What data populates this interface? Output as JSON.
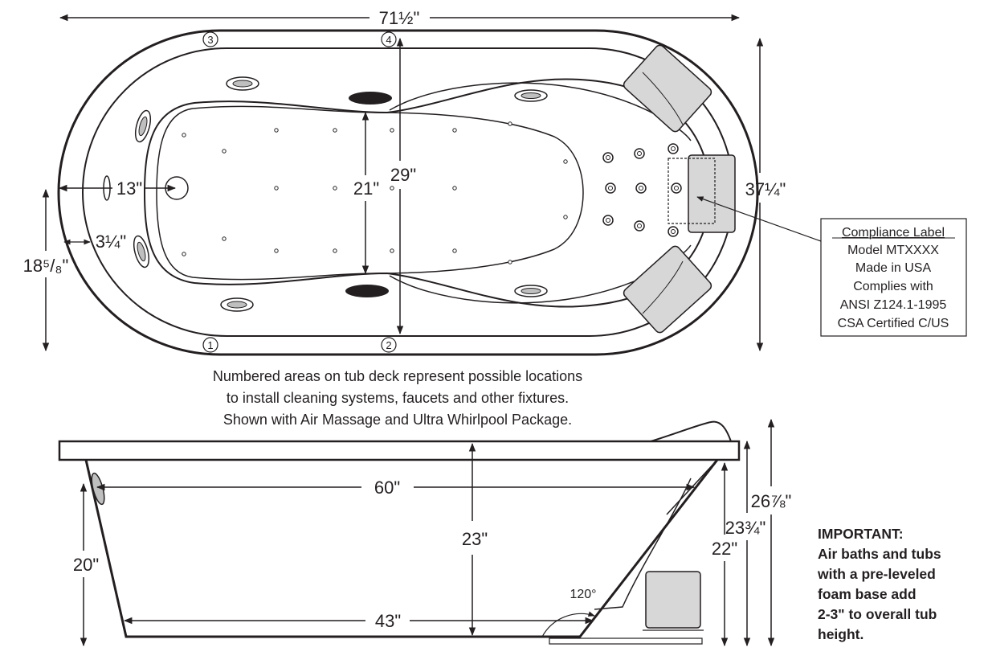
{
  "diagram": {
    "top_view": {
      "dimensions": {
        "overall_length": "71½\"",
        "overall_width": "37¼\"",
        "interior_length": "29\"",
        "bottom_width": "21\"",
        "drain_offset": "13\"",
        "deck_width": "3¼\"",
        "center_line": "18⁵/₈\""
      },
      "deck_locations": [
        "1",
        "2",
        "3",
        "4"
      ],
      "compliance_label": {
        "title": "Compliance Label",
        "lines": [
          "Model MTXXXX",
          "Made in USA",
          "Complies with",
          "ANSI Z124.1-1995",
          "CSA Certified C/US"
        ]
      },
      "note_lines": [
        "Numbered areas on tub deck represent possible locations",
        "to install cleaning systems, faucets and other fixtures.",
        "Shown with Air Massage and Ultra Whirlpool Package."
      ]
    },
    "side_view": {
      "dimensions": {
        "top_length": "60\"",
        "bottom_length": "43\"",
        "depth": "23\"",
        "height_left": "20\"",
        "height_22": "22\"",
        "height_23": "23¾\"",
        "height_26": "26⅞\"",
        "angle": "120°"
      }
    },
    "important": {
      "lines": [
        "IMPORTANT:",
        "Air baths and tubs",
        "with a pre-leveled",
        "foam base add",
        "2-3\" to overall tub",
        "height."
      ]
    }
  }
}
